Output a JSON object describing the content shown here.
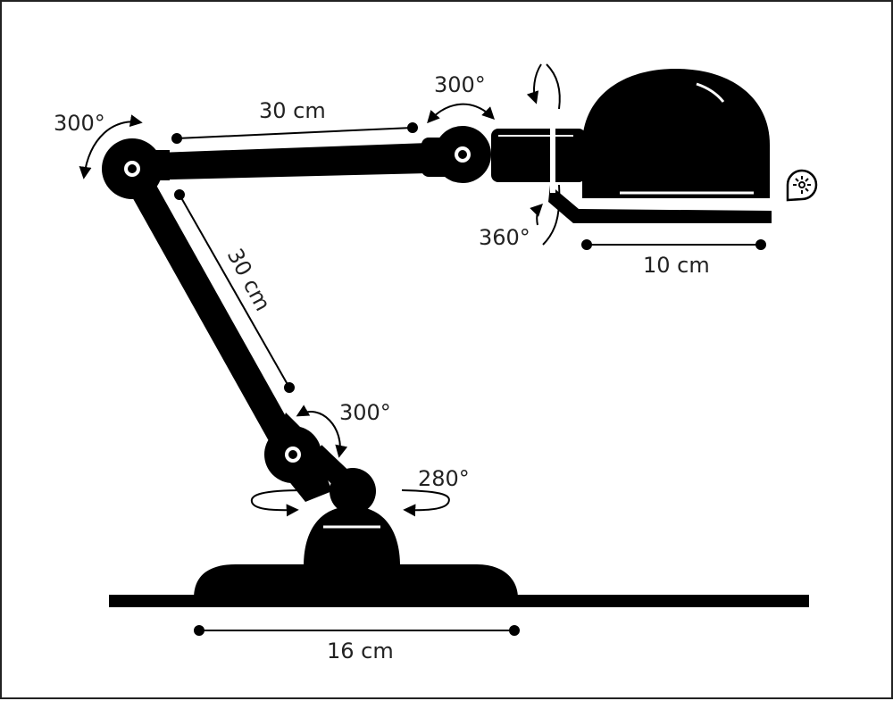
{
  "diagram": {
    "labels": {
      "shoulder_rotation": "300°",
      "upper_arm_length": "30 cm",
      "head_joint_rotation": "300°",
      "head_spin": "360°",
      "shade_diameter": "10 cm",
      "lower_arm_length": "30 cm",
      "elbow_rotation": "300°",
      "base_rotation": "280°",
      "base_width": "16 cm"
    },
    "colors": {
      "lamp": "#000000",
      "highlight": "#ffffff",
      "text": "#222222",
      "frame": "#222222"
    },
    "icons": {
      "bulb_symbol": "bulb-icon"
    }
  }
}
